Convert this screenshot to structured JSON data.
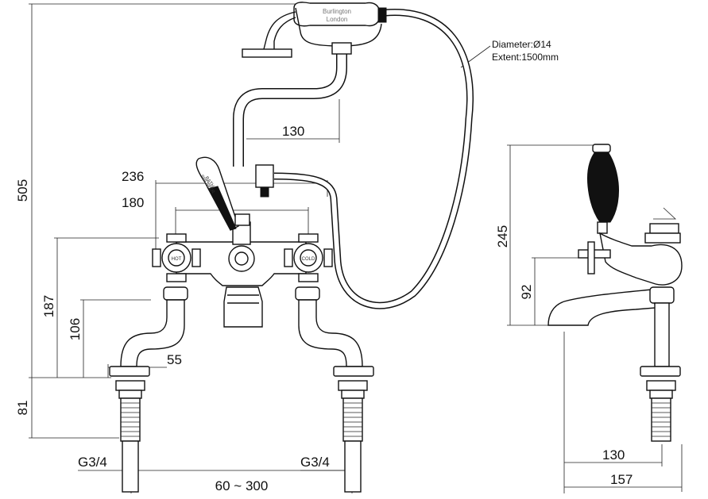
{
  "hose_note": {
    "line1": "Diameter:Ø14",
    "line2": "Extent:1500mm"
  },
  "handset_brand": {
    "line1": "Burlington",
    "line2": "London"
  },
  "lever_label": {
    "line1": "SHOWER",
    "line2": "BATH"
  },
  "tap_labels": {
    "hot": "HOT",
    "cold": "COLD"
  },
  "dimensions": {
    "d505": "505",
    "d130_top": "130",
    "d236": "236",
    "d180": "180",
    "d187": "187",
    "d106": "106",
    "d55": "55",
    "d81": "81",
    "g34_left": "G3/4",
    "g34_right": "G3/4",
    "d60_300": "60 ~ 300",
    "d245": "245",
    "d92": "92",
    "d130_side": "130",
    "d157": "157"
  }
}
